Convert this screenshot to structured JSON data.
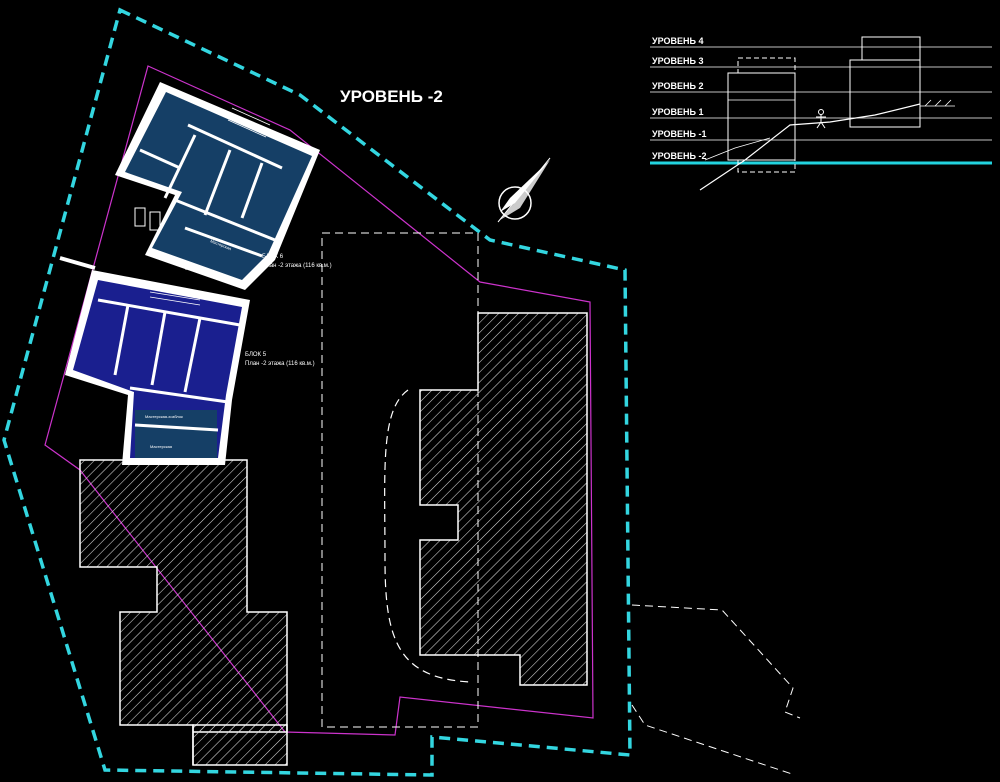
{
  "drawing": {
    "level_title": "УРОВЕНЬ -2",
    "block6_title": "БЛОК 6",
    "block6_subtitle": "План -2 этажа (116 кв.м.)",
    "block5_title": "БЛОК 5",
    "block5_subtitle": "План -2 этажа (116 кв.м.)"
  },
  "section": {
    "levels": [
      "УРОВЕНЬ 4",
      "УРОВЕНЬ 3",
      "УРОВЕНЬ 2",
      "УРОВЕНЬ 1",
      "УРОВЕНЬ -1",
      "УРОВЕНЬ -2"
    ],
    "active_level": "УРОВЕНЬ -2"
  },
  "colors": {
    "boundary": "#33d6e0",
    "site_line": "#cc33cc",
    "block6_fill": "#153f66",
    "block5_fill": "#1a1f8f",
    "wall": "#ffffff",
    "active_level_line": "#22d3df"
  },
  "icons": [
    "north-arrow-icon",
    "person-figure-icon"
  ]
}
